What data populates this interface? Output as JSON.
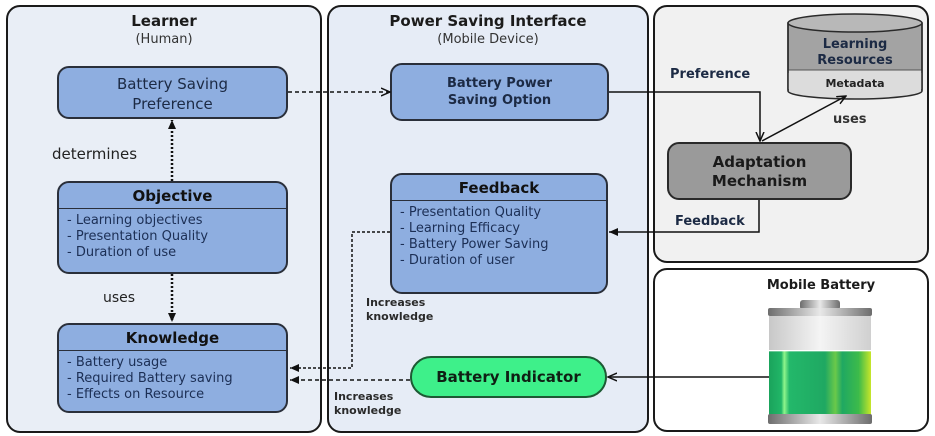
{
  "panels": {
    "learner": {
      "title": "Learner",
      "subtitle": "(Human)"
    },
    "interface": {
      "title": "Power Saving Interface",
      "subtitle": "(Mobile Device)"
    },
    "battery": {
      "title": "Mobile Battery"
    }
  },
  "nodes": {
    "battery_saving_preference": {
      "line1": "Battery Saving",
      "line2": "Preference"
    },
    "objective": {
      "title": "Objective",
      "items": [
        "- Learning objectives",
        "- Presentation Quality",
        "- Duration of use"
      ]
    },
    "knowledge": {
      "title": "Knowledge",
      "items": [
        "- Battery usage",
        "- Required Battery saving",
        "- Effects on Resource"
      ]
    },
    "battery_power_saving_option": {
      "line1": "Battery Power",
      "line2": "Saving Option"
    },
    "feedback": {
      "title": "Feedback",
      "items": [
        "- Presentation Quality",
        "- Learning Efficacy",
        "- Battery Power Saving",
        "- Duration of user"
      ]
    },
    "battery_indicator": {
      "label": "Battery Indicator"
    },
    "learning_resources": {
      "line1": "Learning",
      "line2": "Resources",
      "metadata": "Metadata"
    },
    "adaptation_mechanism": {
      "line1": "Adaptation",
      "line2": "Mechanism"
    }
  },
  "edge_labels": {
    "determines": "determines",
    "uses_learner": "uses",
    "preference": "Preference",
    "uses_resources": "uses",
    "feedback": "Feedback",
    "increases1_line1": "Increases",
    "increases1_line2": "knowledge",
    "increases2_line1": "Increases",
    "increases2_line2": "knowledge"
  },
  "battery_level": 0.65,
  "colors": {
    "box_blue": "#8eaee0",
    "indicator_green": "#3ef08a",
    "adapt_gray": "#9a9a9a"
  }
}
